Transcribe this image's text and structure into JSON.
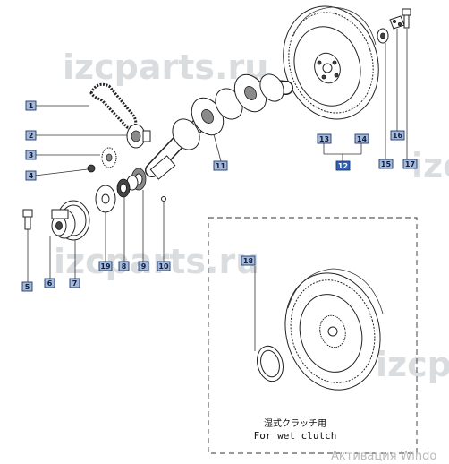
{
  "watermarks": [
    "izcparts.ru",
    "izcparts.ru",
    "izcp",
    "izcp"
  ],
  "callouts": {
    "c1": "1",
    "c2": "2",
    "c3": "3",
    "c4": "4",
    "c5": "5",
    "c6": "6",
    "c7": "7",
    "c8": "8",
    "c9": "9",
    "c10": "10",
    "c11": "11",
    "c12": "12",
    "c13": "13",
    "c14": "14",
    "c15": "15",
    "c16": "16",
    "c17": "17",
    "c18": "18",
    "c19": "19"
  },
  "inset": {
    "caption_jp": "湿式クラッチ用",
    "caption_en": "For wet clutch"
  },
  "activation_text": "Активация Windo",
  "colors": {
    "callout_fill": "#a7b9d6",
    "callout_fill_highlight": "#2e5fb0",
    "watermark": "#d9dde0"
  }
}
